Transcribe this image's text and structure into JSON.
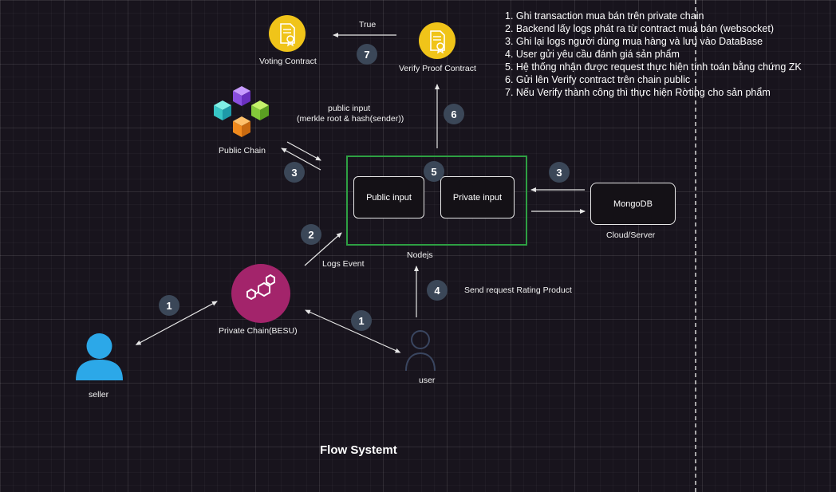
{
  "title": "Flow Systemt",
  "nodes": {
    "voting_contract": "Voting Contract",
    "verify_proof_contract": "Verify Proof Contract",
    "public_chain": "Public Chain",
    "private_chain": "Private Chain(BESU)",
    "seller": "seller",
    "user": "user",
    "nodejs": "Nodejs",
    "public_input_box": "Public input",
    "private_input_box": "Private input",
    "mongodb": "MongoDB",
    "cloud_server": "Cloud/Server"
  },
  "edge_labels": {
    "true": "True",
    "public_input_line1": "public input",
    "public_input_line2": "(merkle root & hash(sender))",
    "logs_event": "Logs Event",
    "send_request": "Send request Rating Product"
  },
  "badges": {
    "b7": "7",
    "b6": "6",
    "b3_public": "3",
    "b5": "5",
    "b3_db": "3",
    "b2": "2",
    "b1_seller": "1",
    "b1_user": "1",
    "b4": "4"
  },
  "steps": [
    "1. Ghi transaction mua bán trên private chain",
    "2. Backend lấy logs phát ra từ contract mua bán (websocket)",
    "3. Ghi lại logs người dùng mua hàng và lưu vào DataBase",
    "4.  User gửi yêu cầu đánh giá sản phẩm",
    "5. Hệ thống nhận được request thực hiện tính toán bằng chứng ZK",
    "6. Gửi lên Verify contract trên chain public",
    "7. Nếu Verify thành công thì thực hiện Rờting cho sản phẩm"
  ],
  "colors": {
    "background": "#18141d",
    "nodejs_border": "#2ea043",
    "contract_icon": "#f0c419",
    "private_chain": "#a3246b",
    "person_icon": "#2ca8e8",
    "badge": "#3b4758"
  }
}
